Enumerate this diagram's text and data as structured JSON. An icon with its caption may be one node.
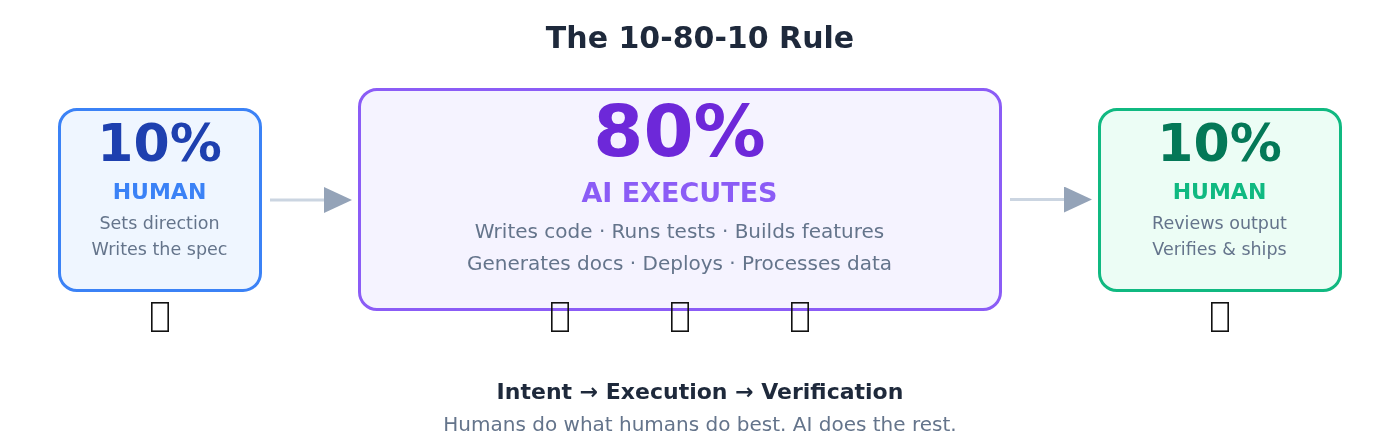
{
  "diagram": {
    "title": "The 10-80-10 Rule",
    "nodes": [
      {
        "text": [
          "10%",
          "HUMAN",
          "Sets direction",
          "Writes the spec"
        ]
      },
      {
        "text": [
          "80%",
          "AI EXECUTES",
          "Writes code · Runs tests · Builds features",
          "Generates docs · Deploys · Processes data"
        ]
      },
      {
        "text": [
          "10%",
          "HUMAN",
          "Reviews output",
          "Verifies & ships"
        ]
      }
    ],
    "edges": [
      {
        "from": 0,
        "to": 1,
        "arrow": "to"
      },
      {
        "from": 1,
        "to": 2,
        "arrow": "to"
      }
    ],
    "labels": [
      "Intent → Execution → Verification",
      "Humans do what humans do best. AI does the rest."
    ]
  }
}
